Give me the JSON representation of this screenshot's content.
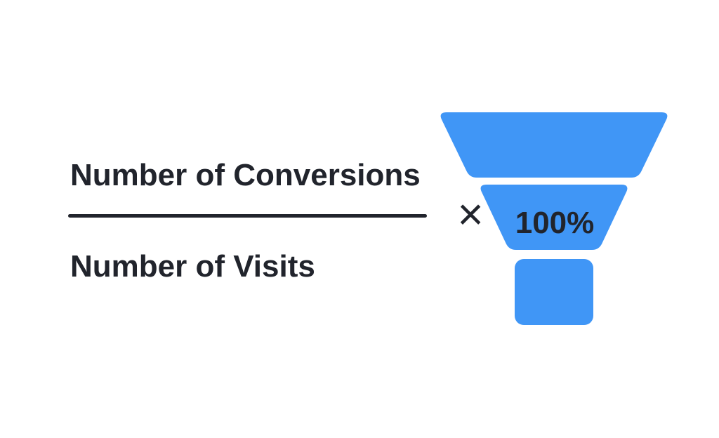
{
  "graphic": {
    "title": "Conversion rate formula diagram",
    "formula": {
      "numerator": "Number of Conversions",
      "denominator": "Number of Visits",
      "operator": "×",
      "multiplier": "100%"
    }
  },
  "icons": {
    "funnel": "funnel-icon",
    "funnel_segments": [
      "funnel-top-segment",
      "funnel-middle-segment",
      "funnel-bottom-segment"
    ]
  },
  "colors": {
    "background": "#ffffff",
    "text": "#21242c",
    "funnel_blue": "#4096f6"
  }
}
